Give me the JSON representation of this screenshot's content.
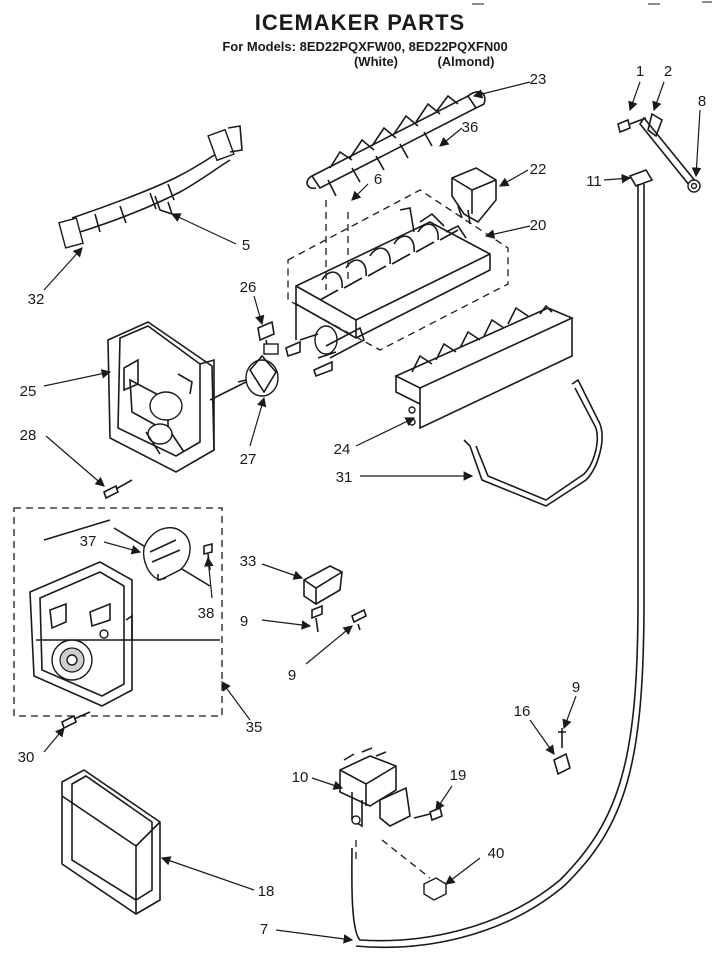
{
  "title": "ICEMAKER PARTS",
  "models_line": "For Models: 8ED22PQXFW00, 8ED22PQXFN00",
  "color_white": "(White)",
  "color_almond": "(Almond)",
  "part_numbers": {
    "p1": "1",
    "p2": "2",
    "p8": "8",
    "p11": "11",
    "p23": "23",
    "p36": "36",
    "p6": "6",
    "p22": "22",
    "p20": "20",
    "p5": "5",
    "p32": "32",
    "p26": "26",
    "p25": "25",
    "p28": "28",
    "p27": "27",
    "p24": "24",
    "p31": "31",
    "p37": "37",
    "p38": "38",
    "p33": "33",
    "p9a": "9",
    "p9b": "9",
    "p9c": "9",
    "p35": "35",
    "p30": "30",
    "p16": "16",
    "p10": "10",
    "p19": "19",
    "p40": "40",
    "p18": "18",
    "p7": "7"
  }
}
